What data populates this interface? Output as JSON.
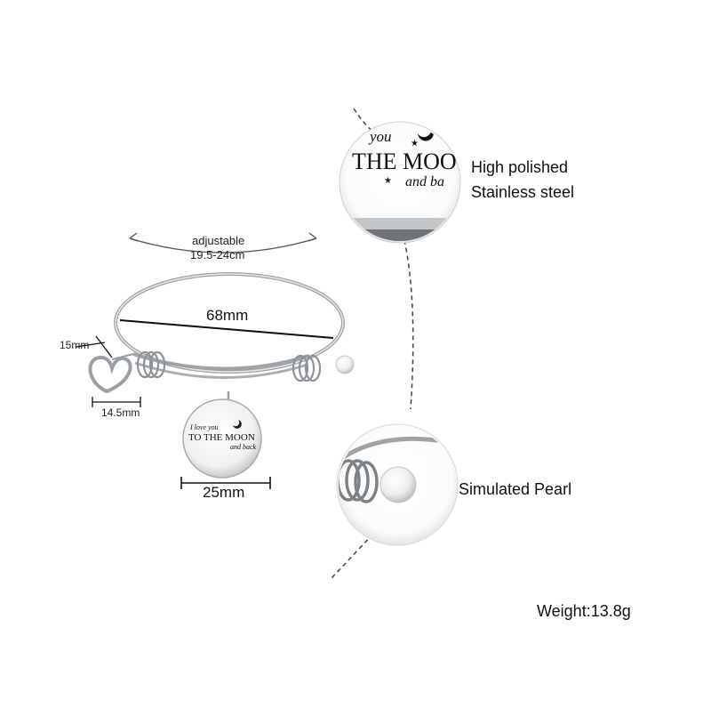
{
  "dimensions": {
    "adjustable_label": "adjustable",
    "adjustable_range": "19.5-24cm",
    "diameter": "68mm",
    "heart_height": "15mm",
    "heart_width": "14.5mm",
    "disc_diameter": "25mm"
  },
  "charm_engraving": {
    "line1": "I love you",
    "line2": "TO THE MOON",
    "line3": "and back"
  },
  "zoom_top": {
    "engraving_line1": "you",
    "engraving_line2": "THE MOO",
    "engraving_line3": "and ba",
    "label_line1": "High polished",
    "label_line2": "Stainless steel"
  },
  "zoom_bottom": {
    "label": "Simulated Pearl"
  },
  "weight": "Weight:13.8g",
  "colors": {
    "steel": "#b8bcc0",
    "text": "#111111"
  }
}
